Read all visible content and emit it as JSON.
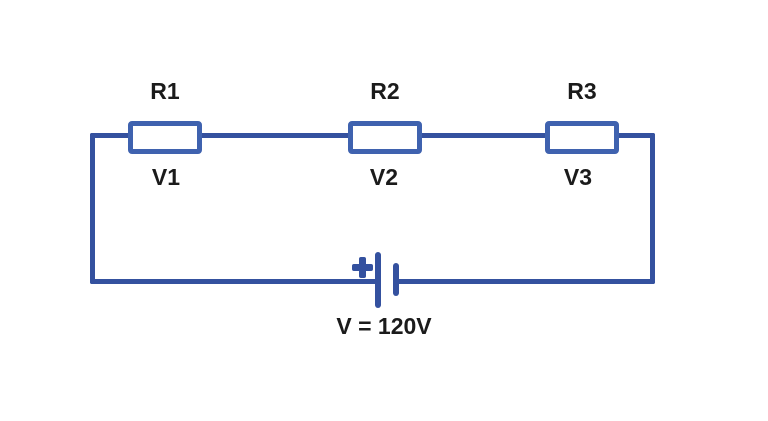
{
  "circuit": {
    "type": "series-resistor-circuit",
    "resistors": [
      {
        "label": "R1",
        "voltage_label": "V1"
      },
      {
        "label": "R2",
        "voltage_label": "V2"
      },
      {
        "label": "R3",
        "voltage_label": "V3"
      }
    ],
    "battery": {
      "label": "V = 120V",
      "polarity": "+"
    },
    "colors": {
      "wire": "#34519f",
      "resistor_border": "#3f62af",
      "text": "#1b1b1b",
      "background": "#ffffff"
    }
  }
}
